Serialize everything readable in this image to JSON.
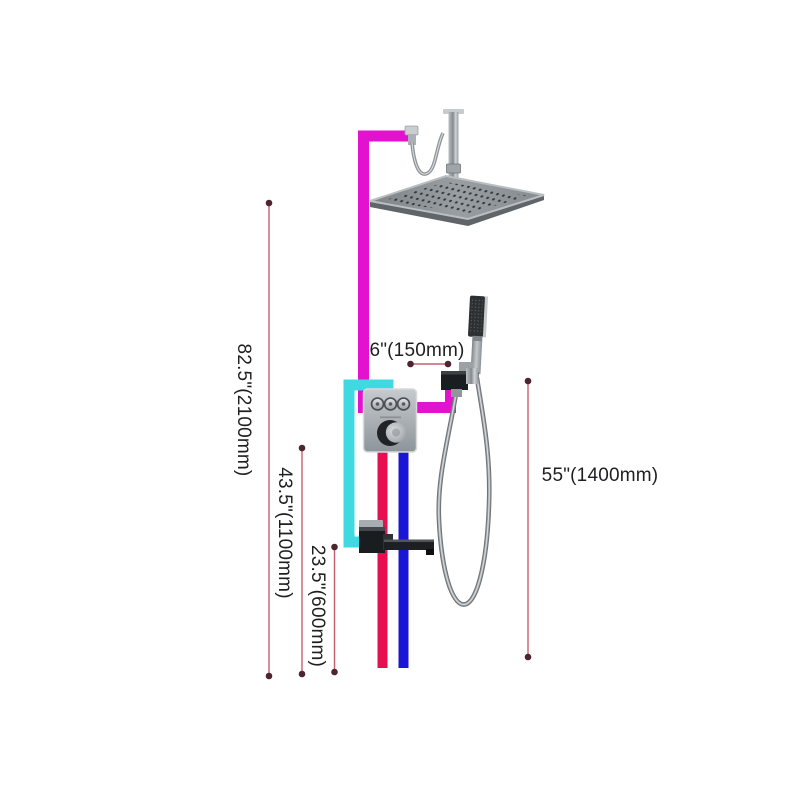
{
  "diagram": {
    "kind": "shower-system-installation-diagram"
  },
  "colors": {
    "hot_pipe": "#E312CF",
    "spout_pipe": "#3FD9E2",
    "hot_supply_pipe": "#E60F4F",
    "cold_supply_pipe": "#1B15D6",
    "dimension_line": "#C4606E",
    "dimension_dot": "#4E2430",
    "background": "#FFFFFF"
  },
  "components": [
    "rain-shower-head",
    "ceiling-shower-arm",
    "ceiling-flex-hose",
    "supply-connector",
    "thermostatic-valve-panel",
    "hand-shower-wand",
    "hand-shower-bracket",
    "hand-shower-hose",
    "tub-spout"
  ],
  "measurements": {
    "ceiling_height": {
      "label": "82.5\"(2100mm)",
      "inches": 82.5,
      "mm": 2100
    },
    "valve_height": {
      "label": "43.5\"(1100mm)",
      "inches": 43.5,
      "mm": 1100
    },
    "spout_height": {
      "label": "23.5\"(600mm)",
      "inches": 23.5,
      "mm": 600
    },
    "hand_shower_offset": {
      "label": "6\"(150mm)",
      "inches": 6,
      "mm": 150
    },
    "hand_shower_height": {
      "label": "55\"(1400mm)",
      "inches": 55,
      "mm": 1400
    }
  }
}
